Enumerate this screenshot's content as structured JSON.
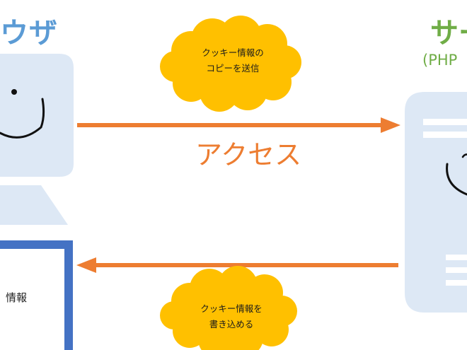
{
  "browser": {
    "title": "ウザ"
  },
  "server": {
    "title": "サー",
    "subtitle": "(PHP"
  },
  "access_label": "アクセス",
  "cloud_top": {
    "line1": "クッキー情報の",
    "line2": "コピーを送信"
  },
  "cloud_bottom": {
    "line1": "クッキー情報を",
    "line2": "書き込める"
  },
  "storage_box": {
    "label": "情報"
  },
  "colors": {
    "browser_blue": "#5b9bd5",
    "server_green": "#70ad47",
    "arrow_orange": "#ed7d31",
    "cloud_yellow": "#ffc000",
    "panel_light_blue": "#dde8f5",
    "box_blue": "#4472c4"
  }
}
